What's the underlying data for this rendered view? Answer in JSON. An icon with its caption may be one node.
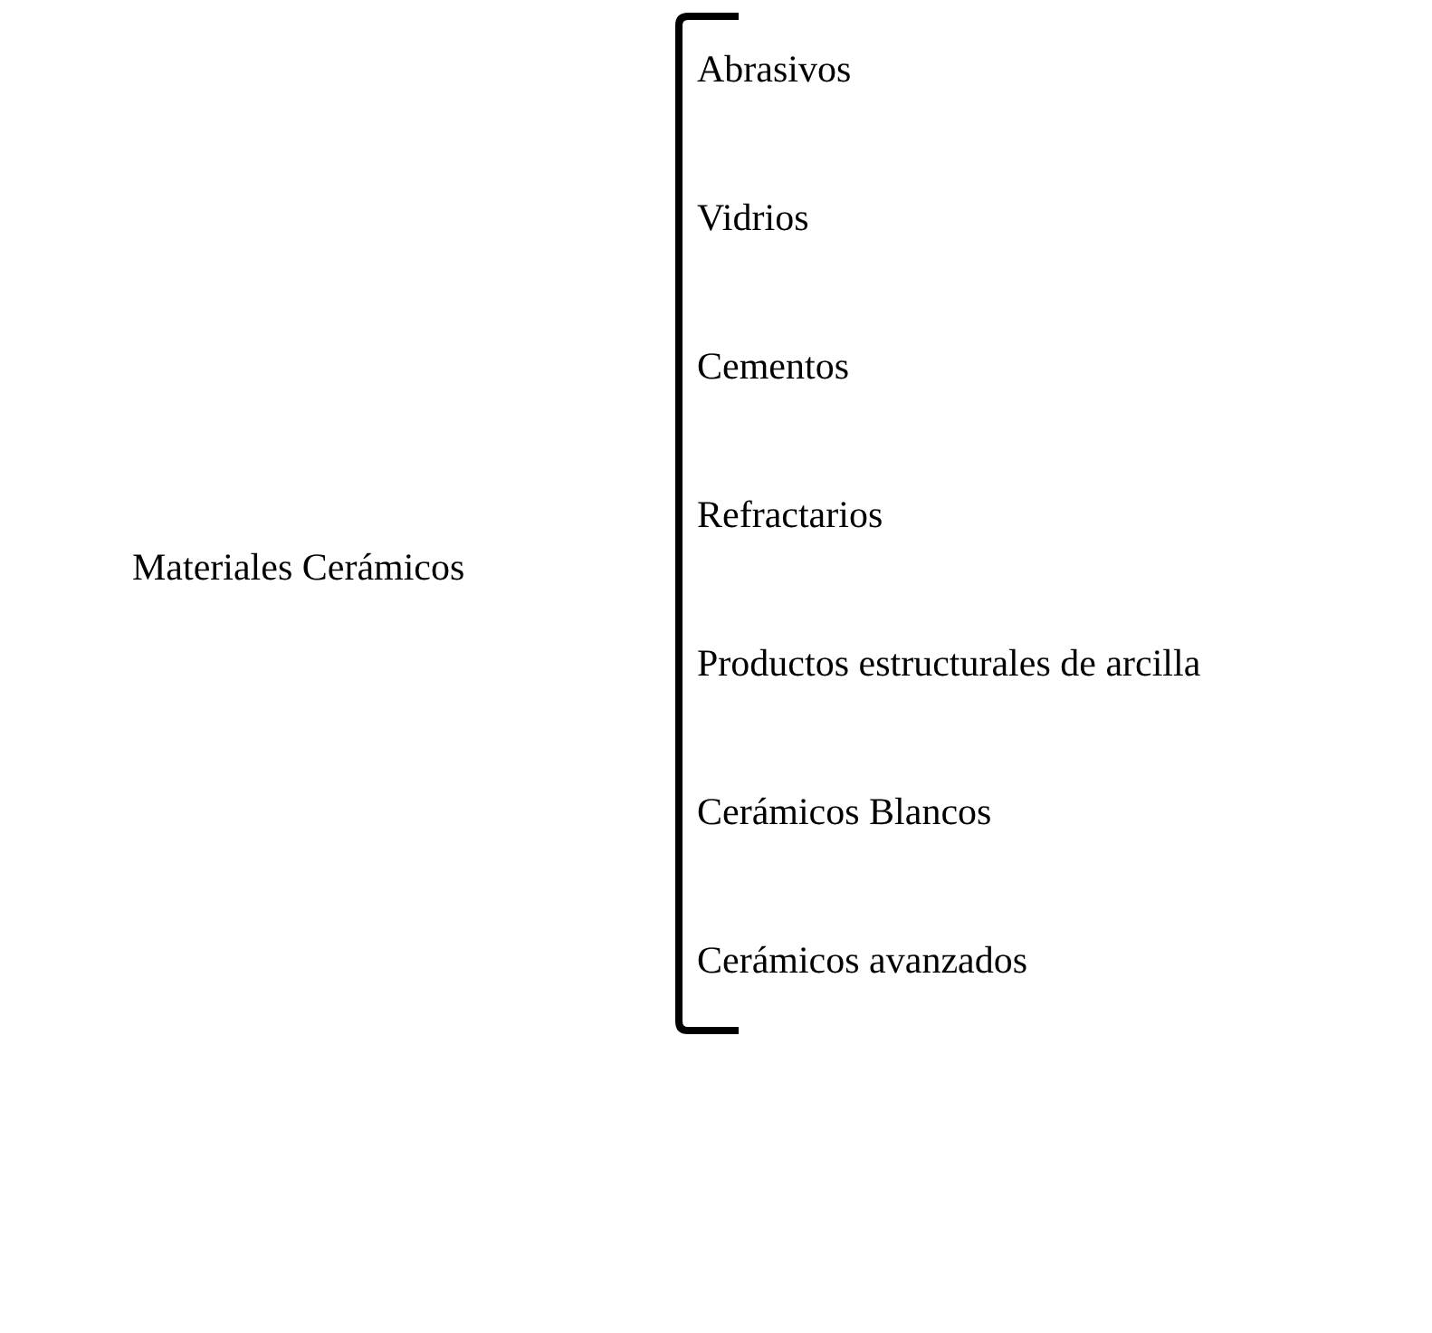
{
  "diagram": {
    "labels": [
      "Materiales Cerámicos",
      "Abrasivos",
      "Vidrios",
      "Cementos",
      "Refractarios",
      "Productos estructurales de arcilla",
      "Cerámicos Blancos",
      "Cerámicos avanzados"
    ]
  }
}
